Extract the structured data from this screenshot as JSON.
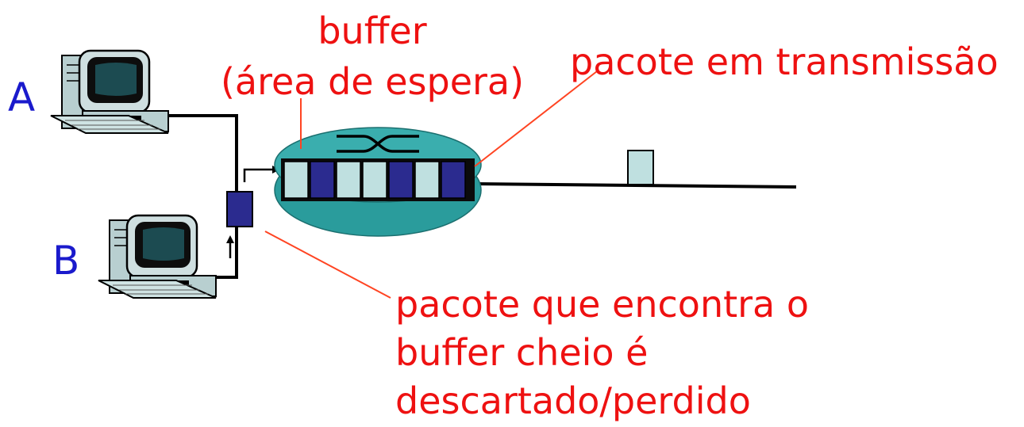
{
  "labels": {
    "buffer_line1": "buffer",
    "buffer_line2": "(área de espera)",
    "transmitting": "pacote em transmissão",
    "dropped_line1": "pacote que encontra o",
    "dropped_line2": "buffer cheio é",
    "dropped_line3": "descartado/perdido"
  },
  "hosts": [
    {
      "id": "A",
      "label": "A"
    },
    {
      "id": "B",
      "label": "B"
    }
  ],
  "router": {
    "queue": [
      "light",
      "dark",
      "light",
      "light",
      "dark",
      "light",
      "dark"
    ]
  },
  "colors": {
    "label_text": "#ee1111",
    "host_label": "#1a1acc",
    "router_fill": "#2a9c9c",
    "packet_light": "#bfe0e0",
    "packet_dark": "#2b2b8f",
    "pointer_line": "#ff4422",
    "link": "#000000"
  }
}
